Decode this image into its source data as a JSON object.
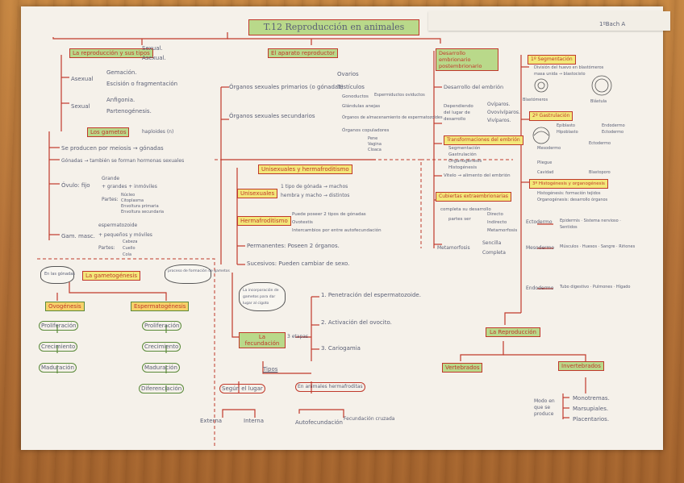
{
  "title": "T.12 Reproducción en animales",
  "header_right": "1ºBach A",
  "left": {
    "repro_tipos": "La reproducción y sus tipos",
    "sexual": "Sexual.",
    "asexual": "Asexual.",
    "asexual_branch": "Asexual",
    "gemacion": "Gemación.",
    "escision": "Escisión o fragmentación",
    "sexual_branch": "Sexual",
    "anfigonia": "Anfigonia.",
    "partenogenesis": "Partenogénesis.",
    "gametos": "Los gametos",
    "haploides": "haploides (n)",
    "meiosis": "Se producen por meiosis → gónadas",
    "gonadas": "Gónadas → también se forman hormonas sexuales",
    "ovulo": "Óvulo: fijo",
    "grande": "Grande",
    "reservas": "+ grandes + inmóviles",
    "partes_ov": "Partes:",
    "nucleo": "Núcleo",
    "citoplasma": "Citoplasma",
    "envoltura_primaria": "Envoltura primaria",
    "envoltura_secundaria": "Envoltura secundaria",
    "espermatozoide": "Gam. masc.",
    "espermatozoide_t": "espermatozoide",
    "pequenos": "+ pequeños y móviles",
    "partes_esp": "Partes:",
    "cabeza": "Cabeza",
    "cuello": "Cuello",
    "cola": "Cola"
  },
  "gametogenesis": {
    "label": "La gametogénesis",
    "cloud_left": "En las gónadas",
    "cloud_right": "proceso de formación de gametos",
    "ovo": "Ovogénesis",
    "esp": "Espermatogénesis",
    "ovo_steps": [
      "Proliferación",
      "Crecimiento",
      "Maduración"
    ],
    "esp_steps": [
      "Proliferación",
      "Crecimiento",
      "Maduración",
      "Diferenciación"
    ]
  },
  "aparato": {
    "label": "El aparato reproductor",
    "organos_sexuales": "Órganos sexuales primarios (o gónadas)",
    "ovarios": "Ovarios",
    "testiculos": "Testículos",
    "organos_secundarios": "Órganos sexuales secundarios",
    "gonoductos": "Gonoductos",
    "espermiductos": "Espermiductos oviductos",
    "glandulas": "Glándulas anejas",
    "organos_almacen": "Órganos de almacenamiento de espermatozoides",
    "organos_copuladores": "Órganos copuladores",
    "pene": "Pene",
    "vagina": "Vagina",
    "cloaca": "Cloaca"
  },
  "unisexuales": {
    "label": "Unisexuales y hermafroditismo",
    "unisexuales": "Unisexuales",
    "uni_text1": "1 tipo de gónada → machos",
    "uni_text2": "hembra y macho → distintos",
    "hermaf": "Hermafroditismo",
    "her_text1": "Puede poseer 2 tipos de gónadas",
    "her_text2": "Ovotestis",
    "her_text3": "Intercambios por entre autofecundación",
    "permanentes": "Permanentes: Poseen 2 órganos.",
    "sucesivos": "Sucesivos: Pueden cambiar de sexo."
  },
  "fecundacion": {
    "label": "La fecundación",
    "etapas": "3 etapas",
    "cloud": "La incorporación de gametos para dar lugar al cigoto",
    "paso1": "1. Penetración del espermatozoide.",
    "paso2": "2. Activación del ovocito.",
    "paso3": "3. Cariogamia",
    "tipos": "Tipos",
    "segun_lugar": "Según el lugar",
    "externa": "Externa",
    "interna": "Interna",
    "hermafroditas": "En animales hermafroditas",
    "autofec": "Autofecundación",
    "cruzada": "Fecundación cruzada"
  },
  "desarrollo": {
    "label": "Desarrollo embrionario postembrionario",
    "embriones": "Desarrollo del embrión",
    "dependiendo": "Dependiendo del lugar de desarrollo",
    "ovipar": "Ovíparos.",
    "ovoviv": "Ovovivíparos.",
    "vivipar": "Vivíparos.",
    "transformacion": "Transformaciones del embrión",
    "segmentacion": "Segmentación",
    "gastrulacion": "Gastrulación",
    "organogenesis": "Organogénesis",
    "histogenesis": "Histogénesis",
    "vitelo": "Vitelo → alimento del embrión",
    "cubiertas": "Cubiertas extraembrionarias",
    "completo": "completa su desarrollo",
    "directo": "Directo",
    "partes": "partes ser",
    "indirecto": "Indirecto",
    "metamorfosis": "Metamorfosis",
    "sencilla": "Sencilla",
    "completa": "Completa"
  },
  "fases": {
    "seg": "1º Segmentación",
    "seg_t1": "División del huevo en blastómeros",
    "seg_t2": "masa unida → blastocisto",
    "blastomeros": "Blastómeros",
    "blastula": "Blástula",
    "gast": "2º Gastrulación",
    "gast_t1": "Epiblasto",
    "gast_t2": "Hipoblasto",
    "gast_t3": "Endodermo",
    "gast_t4": "Ectodermo",
    "gast_t5": "Mesodermo",
    "gast_t6": "Ectodermo",
    "gast_t7": "Pliegue",
    "gast_t8": "Cavidad",
    "gast_t9": "Blastoporo",
    "org": "3º Histogénesis y organogénesis",
    "org_t1": "Histogénesis: formación tejidos",
    "org_t2": "Organogénesis: desarrollo órganos",
    "ectodermo": "Ectodermo",
    "ecto_items": "Epidermis · Sistema nervioso · Sentidos",
    "mesodermo": "Mesodermo",
    "meso_items": "Músculos · Huesos · Sangre · Riñones",
    "endodermo": "Endodermo",
    "endo_items": "Tubo digestivo · Pulmones · Hígado"
  },
  "reproduccion": {
    "label": "La Reproducción",
    "vertebrados": "Vertebrados",
    "invertebrados": "Invertebrados",
    "modo": "Modo en que se produce",
    "monotremas": "Monotremas.",
    "marsupiales": "Marsupiales.",
    "placentarios": "Placentarios."
  }
}
